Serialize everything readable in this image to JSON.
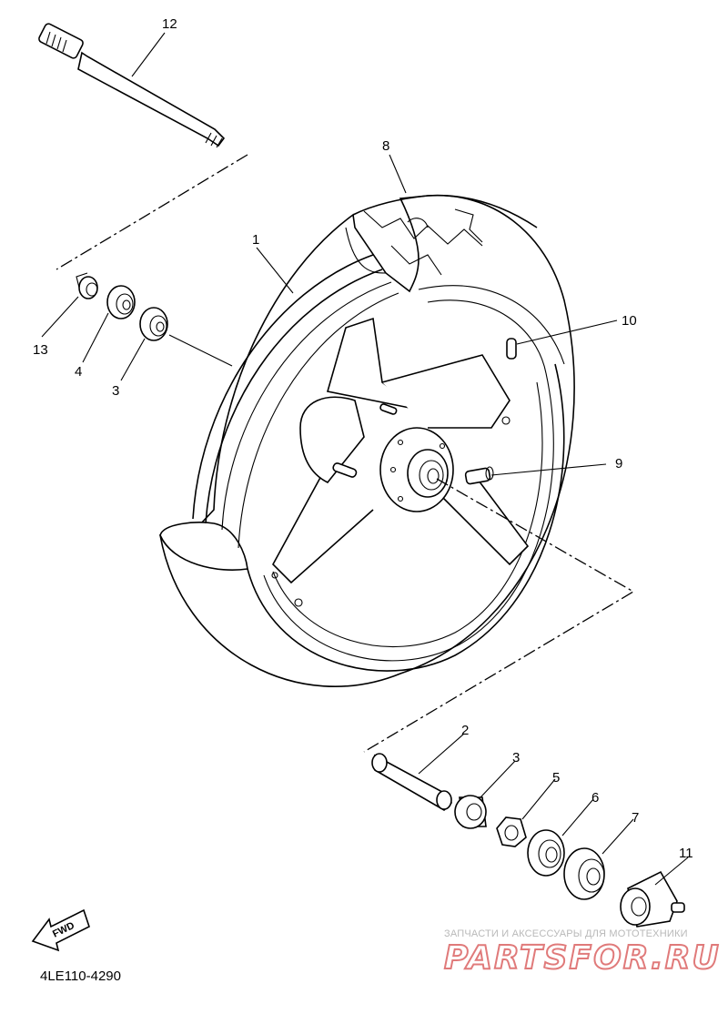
{
  "diagram": {
    "part_labels": {
      "p1": "1",
      "p2": "2",
      "p3a": "3",
      "p3b": "3",
      "p4": "4",
      "p5": "5",
      "p6": "6",
      "p7": "7",
      "p8": "8",
      "p9": "9",
      "p10": "10",
      "p11": "11",
      "p12": "12",
      "p13": "13"
    },
    "fwd_label": "FWD",
    "drawing_code": "4LE110-4290"
  },
  "watermark": {
    "caption": "ЗАПЧАСТИ И АКСЕССУАРЫ ДЛЯ МОТОТЕХНИКИ",
    "brand": "PARTSFOR.RU",
    "color": "#e07a7a"
  }
}
